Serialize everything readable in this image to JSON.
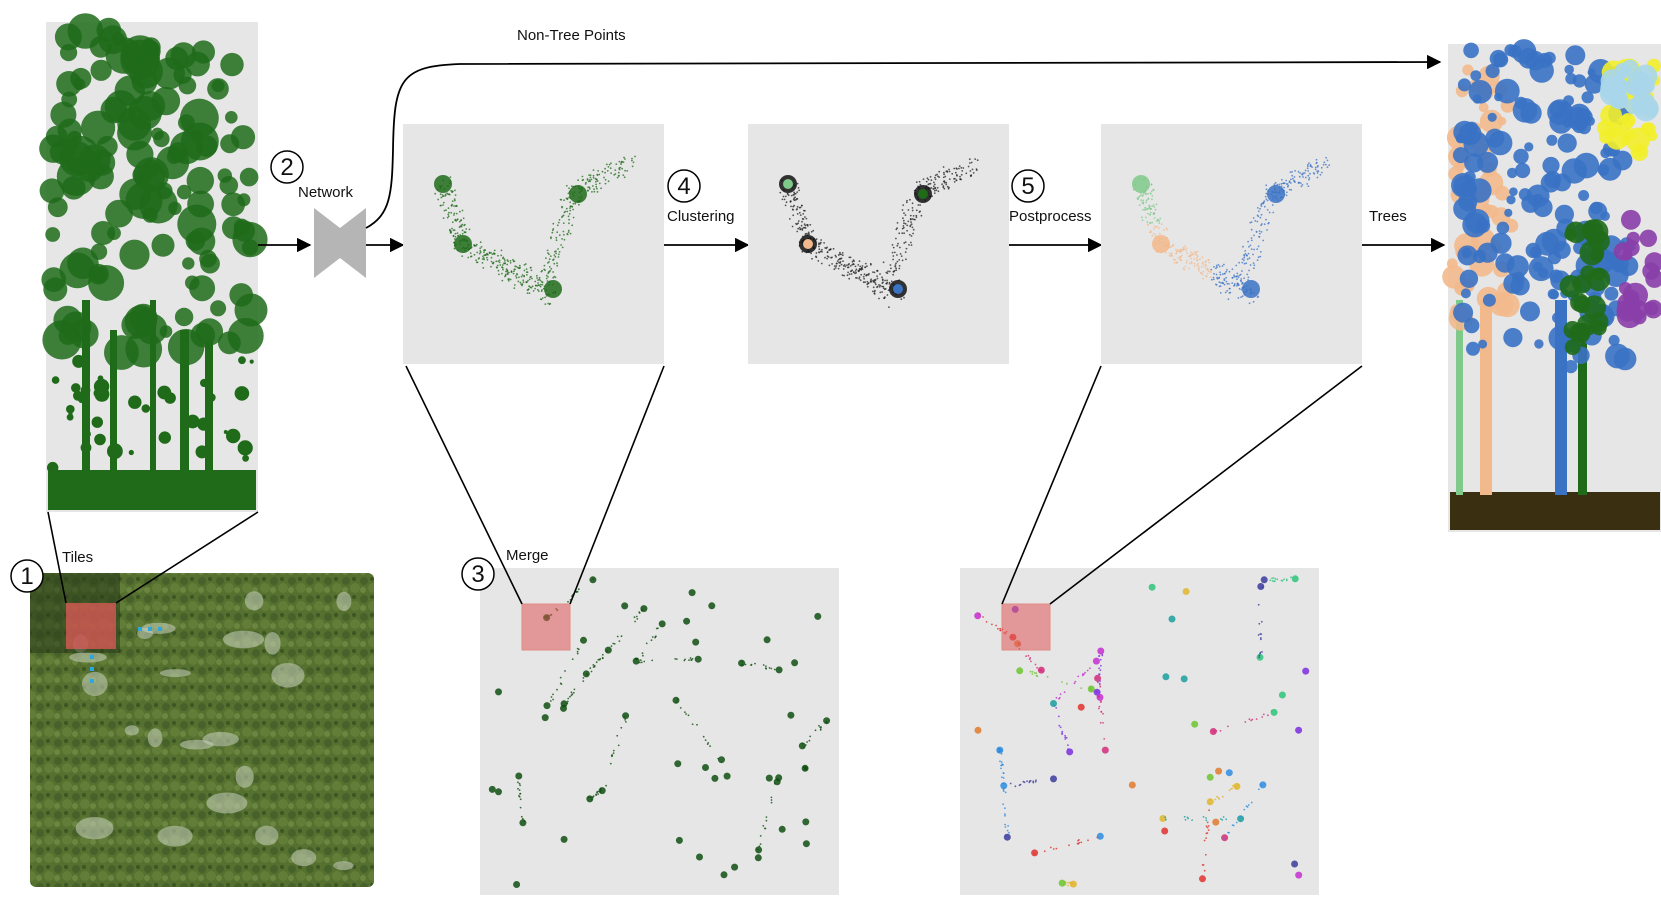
{
  "labels": {
    "non_tree": "Non-Tree Points",
    "network": "Network",
    "clustering": "Clustering",
    "postprocess": "Postprocess",
    "trees": "Trees",
    "tiles": "Tiles",
    "merge": "Merge"
  },
  "steps": [
    "1",
    "2",
    "3",
    "4",
    "5"
  ],
  "colors": {
    "panel_bg": "#e6e6e6",
    "tree_green": "#1f6b1a",
    "dark_green": "#0f4f10",
    "canopy_green": "#4d6a2c",
    "tile_red": "#e05a5a",
    "tile_blue_dots": "#2aa6e0",
    "ground_brown": "#3b2f12",
    "tree_blue": "#3a72c4",
    "tree_peach": "#f2b98c",
    "tree_light_green": "#7fc98a",
    "tree_yellow": "#f2ee2a",
    "tree_purple": "#8a3ea8",
    "tree_lightblue": "#a9d6ea",
    "network_grey": "#b5b5b5"
  },
  "icons": [
    "network-encoder-decoder-icon"
  ]
}
